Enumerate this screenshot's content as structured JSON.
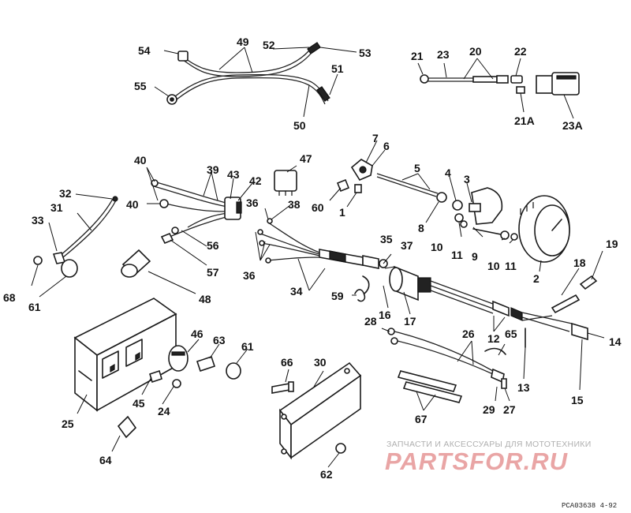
{
  "watermark": {
    "line1": "ЗАПЧАСТИ И АКСЕССУАРЫ ДЛЯ МОТОТЕХНИКИ",
    "logo": "PARTSFOR.RU",
    "line1_color": "#b0b0b0",
    "logo_color": "#e9a5a5"
  },
  "drawing_code": "PCA03638  4-92",
  "labels": {
    "l1": "1",
    "l2": "2",
    "l3": "3",
    "l4": "4",
    "l5": "5",
    "l6": "6",
    "l7": "7",
    "l8": "8",
    "l9": "9",
    "l10a": "10",
    "l10b": "10",
    "l11a": "11",
    "l11b": "11",
    "l12": "12",
    "l13": "13",
    "l14": "14",
    "l15": "15",
    "l16": "16",
    "l17": "17",
    "l18": "18",
    "l19": "19",
    "l20": "20",
    "l21": "21",
    "l21a": "21A",
    "l22": "22",
    "l23": "23",
    "l23a": "23A",
    "l24": "24",
    "l25": "25",
    "l26": "26",
    "l27": "27",
    "l28": "28",
    "l29": "29",
    "l30": "30",
    "l31": "31",
    "l32": "32",
    "l33": "33",
    "l34": "34",
    "l35": "35",
    "l36a": "36",
    "l36b": "36",
    "l37": "37",
    "l38": "38",
    "l39": "39",
    "l40a": "40",
    "l40b": "40",
    "l42": "42",
    "l43": "43",
    "l45": "45",
    "l46": "46",
    "l47": "47",
    "l48": "48",
    "l49": "49",
    "l50": "50",
    "l51": "51",
    "l52": "52",
    "l53": "53",
    "l54": "54",
    "l55": "55",
    "l56": "56",
    "l57": "57",
    "l59": "59",
    "l60": "60",
    "l61a": "61",
    "l61b": "61",
    "l62": "62",
    "l63": "63",
    "l64": "64",
    "l65": "65",
    "l66": "66",
    "l67": "67",
    "l68": "68"
  }
}
